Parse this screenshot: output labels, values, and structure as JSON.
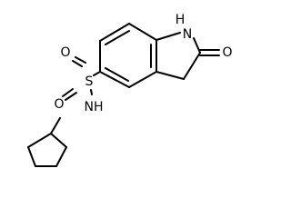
{
  "molecule": {
    "atoms": {
      "indole_nh": "H",
      "indole_n": "N",
      "carbonyl_o": "O",
      "sulfur": "S",
      "sulfonyl_o_top": "O",
      "sulfonyl_o_bottom": "O",
      "amide_nh": "NH"
    }
  }
}
